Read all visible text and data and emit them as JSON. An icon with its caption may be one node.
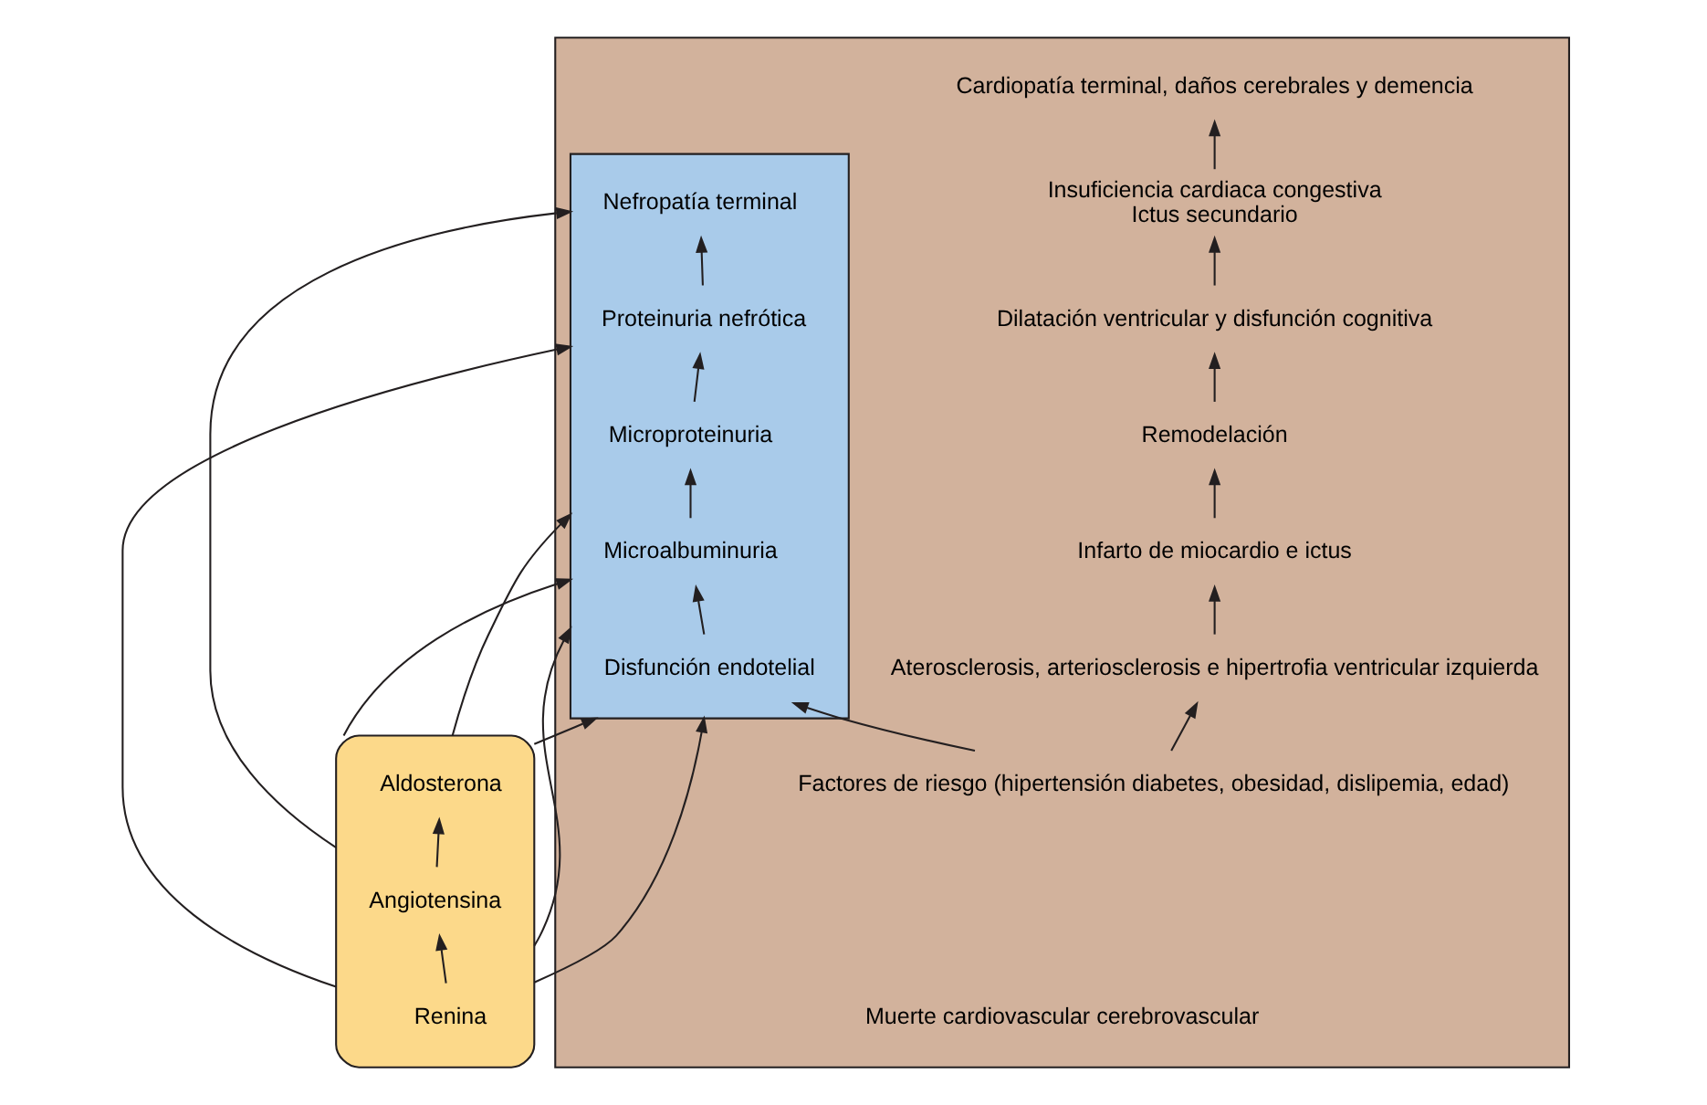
{
  "diagram": {
    "nodes": [
      {
        "text": [],
        "shape": "band"
      },
      {
        "text": [
          "Factores de riesgo (hipertensión diabetes, obesidad, dislipemia, edad)"
        ],
        "in": 0
      },
      {
        "text": [
          "Aterosclerosis, arteriosclerosis e hipertrofia ventricular izquierda"
        ],
        "in": 0
      },
      {
        "text": [
          "Infarto de miocardio e ictus"
        ],
        "in": 0
      },
      {
        "text": [
          "Remodelación"
        ],
        "in": 0
      },
      {
        "text": [
          "Dilatación ventricular y disfunción cognitiva"
        ],
        "in": 0
      },
      {
        "text": [
          "Insuficiencia cardiaca congestiva",
          "Ictus secundario"
        ],
        "in": 0
      },
      {
        "text": [
          "Cardiopatía terminal, daños cerebrales y demencia"
        ],
        "in": 0
      },
      {
        "text": [
          "Muerte cardiovascular cerebrovascular"
        ],
        "in": 0
      },
      {
        "text": [],
        "shape": "band",
        "in": 0
      },
      {
        "text": [
          "Disfunción endotelial"
        ],
        "in": 9
      },
      {
        "text": [
          "Microalbuminuria"
        ],
        "in": 9
      },
      {
        "text": [
          "Microproteinuria"
        ],
        "in": 9
      },
      {
        "text": [
          "Proteinuria nefrótica"
        ],
        "in": 9
      },
      {
        "text": [
          "Nefropatía terminal"
        ],
        "in": 9
      },
      {
        "text": [],
        "shape": "ellipse"
      },
      {
        "text": [
          "Renina"
        ],
        "in": 15
      },
      {
        "text": [
          "Angiotensina"
        ],
        "in": 15
      },
      {
        "text": [
          "Aldosterona"
        ],
        "in": 15
      }
    ],
    "edges": [
      {
        "from": 1,
        "to": 2,
        "arrow": "to"
      },
      {
        "from": 2,
        "to": 3,
        "arrow": "to"
      },
      {
        "from": 3,
        "to": 4,
        "arrow": "to"
      },
      {
        "from": 4,
        "to": 5,
        "arrow": "to"
      },
      {
        "from": 5,
        "to": 6,
        "arrow": "to"
      },
      {
        "from": 6,
        "to": 7,
        "arrow": "to"
      },
      {
        "from": 1,
        "to": 10,
        "arrow": "to"
      },
      {
        "from": 10,
        "to": 11,
        "arrow": "to"
      },
      {
        "from": 11,
        "to": 12,
        "arrow": "to"
      },
      {
        "from": 12,
        "to": 13,
        "arrow": "to"
      },
      {
        "from": 13,
        "to": 14,
        "arrow": "to"
      },
      {
        "from": 16,
        "to": 17,
        "arrow": "to"
      },
      {
        "from": 17,
        "to": 18,
        "arrow": "to"
      },
      {
        "from": 15,
        "to": 9,
        "arrow": "to"
      },
      {
        "from": 15,
        "to": 9,
        "arrow": "to"
      },
      {
        "from": 15,
        "to": 9,
        "arrow": "to"
      },
      {
        "from": 15,
        "to": 9,
        "arrow": "to"
      },
      {
        "from": 15,
        "to": 9,
        "arrow": "to"
      },
      {
        "from": 15,
        "to": 9,
        "arrow": "to"
      },
      {
        "from": 15,
        "to": 9,
        "arrow": "to"
      }
    ]
  }
}
